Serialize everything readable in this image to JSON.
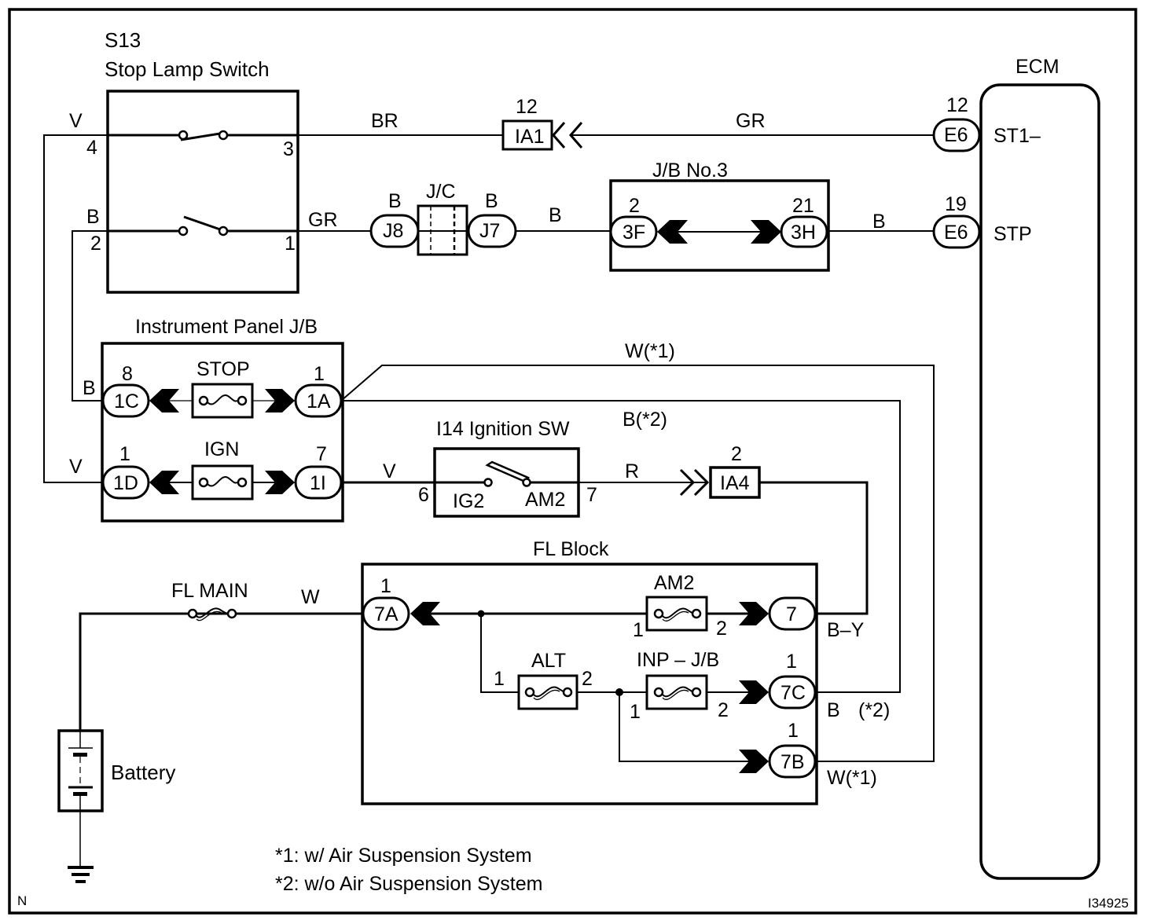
{
  "components": {
    "s13": {
      "code": "S13",
      "name": "Stop Lamp Switch",
      "pins": {
        "p4": "4",
        "p3": "3",
        "p2": "2",
        "p1": "1"
      }
    },
    "ecm": {
      "name": "ECM",
      "terminals": {
        "st1": "ST1–",
        "stp": "STP"
      }
    },
    "jb3": {
      "name": "J/B No.3"
    },
    "jc": {
      "name": "J/C"
    },
    "ipjb": {
      "name": "Instrument Panel J/B",
      "fuse_stop": "STOP",
      "fuse_ign": "IGN"
    },
    "ign_sw": {
      "name": "I14 Ignition SW",
      "ig2": "IG2",
      "am2": "AM2",
      "pin6": "6",
      "pin7": "7"
    },
    "fl_block": {
      "name": "FL Block",
      "fuse_am2": "AM2",
      "fuse_alt": "ALT",
      "fuse_inp": "INP – J/B"
    },
    "fl_main": {
      "name": "FL MAIN"
    },
    "battery": {
      "name": "Battery"
    }
  },
  "connectors": {
    "ia1": {
      "id": "IA1",
      "pin": "12"
    },
    "ia4": {
      "id": "IA4",
      "pin": "2"
    },
    "e6_st1": {
      "id": "E6",
      "pin": "12"
    },
    "e6_stp": {
      "id": "E6",
      "pin": "19"
    },
    "j8": {
      "id": "J8"
    },
    "j7": {
      "id": "J7"
    },
    "c3f": {
      "id": "3F",
      "pin": "2"
    },
    "c3h": {
      "id": "3H",
      "pin": "21"
    },
    "c1c": {
      "id": "1C",
      "pin": "8"
    },
    "c1a": {
      "id": "1A",
      "pin": "1"
    },
    "c1d": {
      "id": "1D",
      "pin": "1"
    },
    "c1i": {
      "id": "1I",
      "pin": "7"
    },
    "c7a": {
      "id": "7A",
      "pin": "1"
    },
    "c7": {
      "id": "7"
    },
    "c7c": {
      "id": "7C",
      "pin": "1"
    },
    "c7b": {
      "id": "7B",
      "pin": "1"
    }
  },
  "fuse_pins": {
    "one": "1",
    "two": "2"
  },
  "wires": {
    "v_top": "V",
    "b_left": "B",
    "br": "BR",
    "gr_ecm": "GR",
    "gr_s13": "GR",
    "b_j8": "B",
    "b_j7": "B",
    "b_mid": "B",
    "b_ecm": "B",
    "b_ipjb": "B",
    "v_ipjb": "V",
    "w1_top": "W(*1)",
    "b2_mid": "B(*2)",
    "v_ign": "V",
    "r": "R",
    "w_main": "W",
    "by": "B–Y",
    "b2_right": "B",
    "b2_note": "(*2)",
    "w1_right": "W(*1)"
  },
  "notes": {
    "note1": "*1: w/ Air Suspension System",
    "note2": "*2: w/o Air Suspension System"
  },
  "corner_left": "N",
  "figure_id": "I34925"
}
